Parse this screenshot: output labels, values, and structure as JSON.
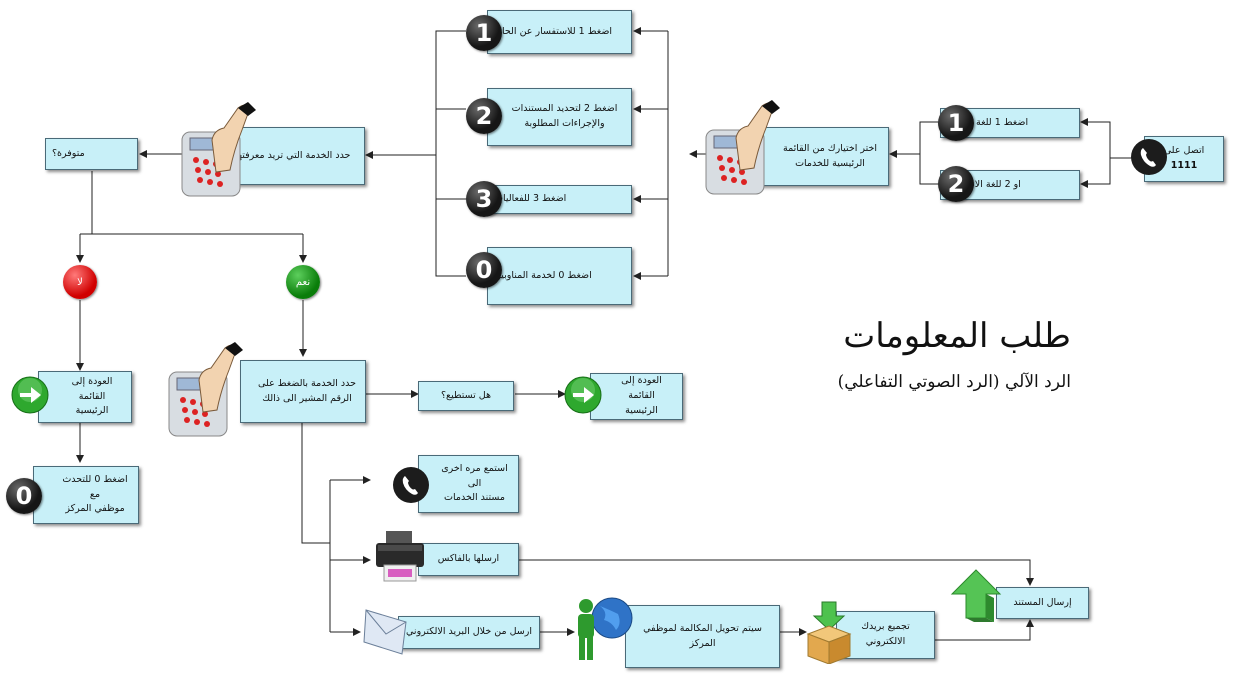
{
  "title": {
    "main": "طلب المعلومات",
    "sub": "الرد الآلي (الرد الصوتي التفاعلي)"
  },
  "nodes": {
    "call": [
      "اتصل على",
      "1111"
    ],
    "lang_arabic": [
      "اضغط 1 للغة العربية"
    ],
    "lang_english": [
      "او 2 للغة الانجليزية"
    ],
    "choose_main": [
      "اختر اختيارك من القائمة",
      "الرئيسية للخدمات"
    ],
    "opt1": [
      "اضغط 1 للاستفسار عن الحالة"
    ],
    "opt2": [
      "اضغط 2 لتحديد المستندات",
      "والإجراءات المطلوبة"
    ],
    "opt3": [
      "اضغط 3 للفعاليات"
    ],
    "opt0": [
      "اضغط 0 لخدمة المناوبين"
    ],
    "choose_service": [
      "حدد الخدمة التي تريد معرفتها"
    ],
    "available": [
      "متوفرة؟"
    ],
    "back_main_left": [
      "العودة إلى القائمة",
      "الرئيسية"
    ],
    "press0_staff": [
      "اضغط 0 للتحدث مع",
      "موظفي المركز"
    ],
    "select_service_number": [
      "حدد الخدمة بالضغط على",
      "الرقم المشير الى ذالك"
    ],
    "can_you": [
      "هل تستطيع؟"
    ],
    "back_main_right": [
      "العودة إلى القائمة",
      "الرئيسية"
    ],
    "listen_again": [
      "استمع مره اخرى الى",
      "مستند الخدمات"
    ],
    "send_fax": [
      "ارسلها بالفاكس"
    ],
    "send_email": [
      "ارسل من خلال البريد الالكتروني"
    ],
    "transfer_staff": [
      "سيتم تحويل المكالمة لموظفي",
      "المركز"
    ],
    "collect_email": [
      "تجميع بريدك",
      "الالكتروني"
    ],
    "send_document": [
      "إرسال المستند"
    ]
  },
  "numbers": {
    "lang1": "1",
    "lang2": "2",
    "opt1": "1",
    "opt2": "2",
    "opt3": "3",
    "opt0": "0",
    "staff0": "0"
  },
  "badges": {
    "no": "لا",
    "yes": "نعم"
  },
  "colors": {
    "box_fill": "#c8f0f8",
    "badge_no": "#d00000",
    "badge_yes": "#0a7d0a",
    "line": "#222222",
    "number_disc": "#1a1a1a"
  },
  "icons": [
    "phone-handset-icon",
    "keypad-hand-icon",
    "green-arrow-icon",
    "printer-icon",
    "envelope-icon",
    "person-globe-icon",
    "box-icon",
    "green-up-arrow-icon"
  ]
}
